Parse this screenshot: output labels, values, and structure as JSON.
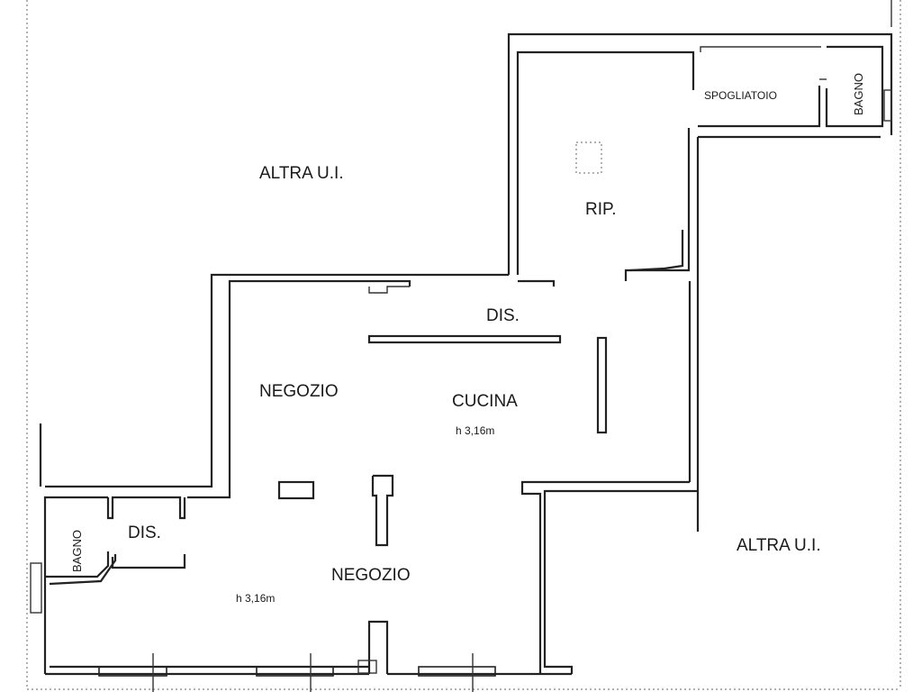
{
  "rooms": {
    "altra_ui_top": "ALTRA U.I.",
    "altra_ui_right": "ALTRA U.I.",
    "rip": "RIP.",
    "spogliatoio": "SPOGLIATOIO",
    "bagno_top": "BAGNO",
    "dis_top": "DIS.",
    "negozio_top": "NEGOZIO",
    "cucina": "CUCINA",
    "cucina_height": "h 3,16m",
    "bagno_left": "BAGNO",
    "dis_left": "DIS.",
    "negozio_bottom": "NEGOZIO",
    "negozio_height": "h 3,16m"
  },
  "colors": {
    "wall": "#222222",
    "background": "#ffffff"
  }
}
